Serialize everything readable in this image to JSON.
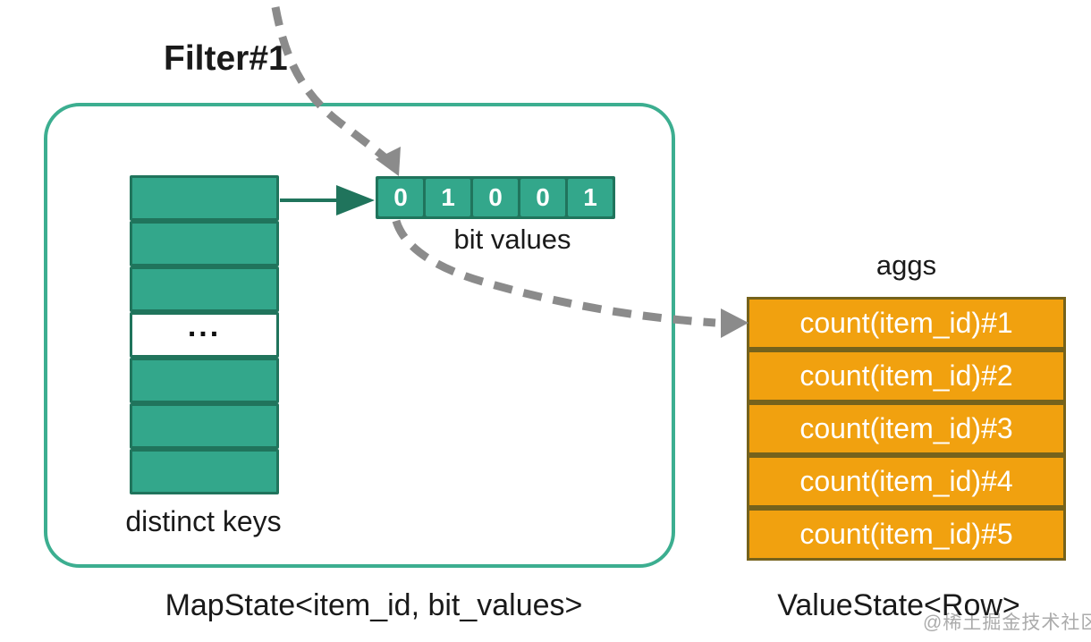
{
  "colors": {
    "teal_fill": "#33A78B",
    "teal_border": "#20745C",
    "container_border": "#3CAE90",
    "orange_fill": "#F1A10F",
    "orange_border": "#75621C",
    "arrow_gray": "#8B8B8B",
    "text": "#1A1A1A",
    "watermark_gray": "#ABABAB"
  },
  "filter": {
    "label": "Filter#1"
  },
  "map_state": {
    "distinct_keys": {
      "rows": [
        {
          "type": "key",
          "label": ""
        },
        {
          "type": "key",
          "label": ""
        },
        {
          "type": "key",
          "label": ""
        },
        {
          "type": "ellipsis",
          "label": "..."
        },
        {
          "type": "key",
          "label": ""
        },
        {
          "type": "key",
          "label": ""
        },
        {
          "type": "key",
          "label": ""
        }
      ],
      "label": "distinct keys"
    },
    "bit_values": {
      "cells": [
        "0",
        "1",
        "0",
        "0",
        "1"
      ],
      "label": "bit values"
    },
    "caption": "MapState<item_id, bit_values>"
  },
  "value_state": {
    "title": "aggs",
    "rows": [
      "count(item_id)#1",
      "count(item_id)#2",
      "count(item_id)#3",
      "count(item_id)#4",
      "count(item_id)#5"
    ],
    "caption": "ValueState<Row>"
  },
  "watermark": "@稀土掘金技术社区",
  "icons": {
    "filter_arrow": "dashed-curved-arrow-down",
    "key_to_bits_arrow": "solid-right-arrow",
    "bits_to_aggs_arrow": "dashed-curved-arrow-right"
  }
}
